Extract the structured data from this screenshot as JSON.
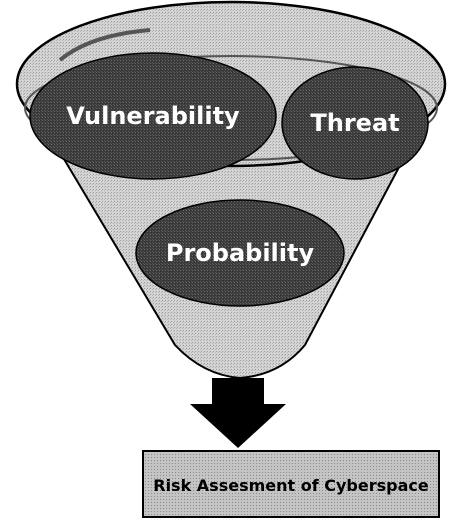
{
  "diagram": {
    "funnel_items": {
      "vulnerability": "Vulnerability",
      "threat": "Threat",
      "probability": "Probability"
    },
    "result_label": "Risk Assesment of Cyberspace"
  },
  "colors": {
    "ellipse_fill": "#3a3a3a",
    "funnel_fill": "#d6d6d6",
    "funnel_stroke": "#000000",
    "arrow_fill": "#000000",
    "result_box_fill": "#bcbcbc"
  }
}
